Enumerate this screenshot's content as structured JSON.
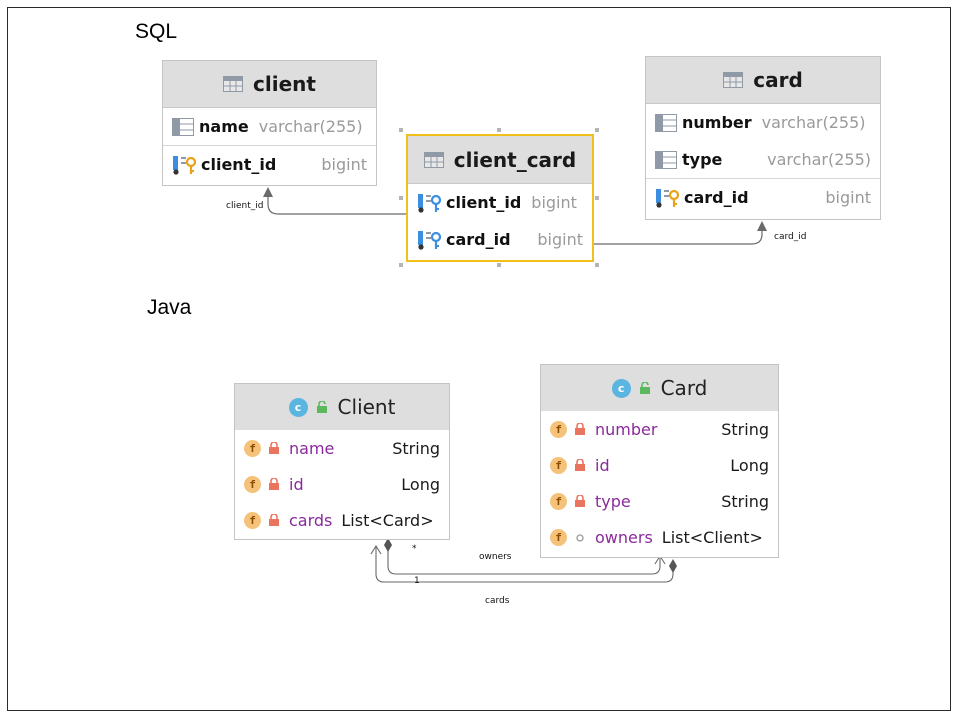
{
  "sections": {
    "sql": "SQL",
    "java": "Java"
  },
  "sql": {
    "client": {
      "title": "client",
      "columns": [
        {
          "name": "name",
          "type": "varchar(255)"
        },
        {
          "name": "client_id",
          "type": "bigint"
        }
      ]
    },
    "client_card": {
      "title": "client_card",
      "columns": [
        {
          "name": "client_id",
          "type": "bigint"
        },
        {
          "name": "card_id",
          "type": "bigint"
        }
      ]
    },
    "card": {
      "title": "card",
      "columns": [
        {
          "name": "number",
          "type": "varchar(255)"
        },
        {
          "name": "type",
          "type": "varchar(255)"
        },
        {
          "name": "card_id",
          "type": "bigint"
        }
      ]
    },
    "links": {
      "client_label": "client_id",
      "card_label": "card_id"
    }
  },
  "java": {
    "client": {
      "title": "Client",
      "fields": [
        {
          "name": "name",
          "type": "String"
        },
        {
          "name": "id",
          "type": "Long"
        },
        {
          "name": "cards",
          "type": "List<Card>"
        }
      ]
    },
    "card": {
      "title": "Card",
      "fields": [
        {
          "name": "number",
          "type": "String"
        },
        {
          "name": "id",
          "type": "Long"
        },
        {
          "name": "type",
          "type": "String"
        },
        {
          "name": "owners",
          "type": "List<Client>"
        }
      ]
    },
    "links": {
      "owners_label": "owners",
      "cards_label": "cards",
      "star": "*",
      "one": "1"
    }
  },
  "colors": {
    "selected_border": "#f2c01c",
    "field_name": "#8a2a9c",
    "type_gray": "#9a9a9a"
  }
}
